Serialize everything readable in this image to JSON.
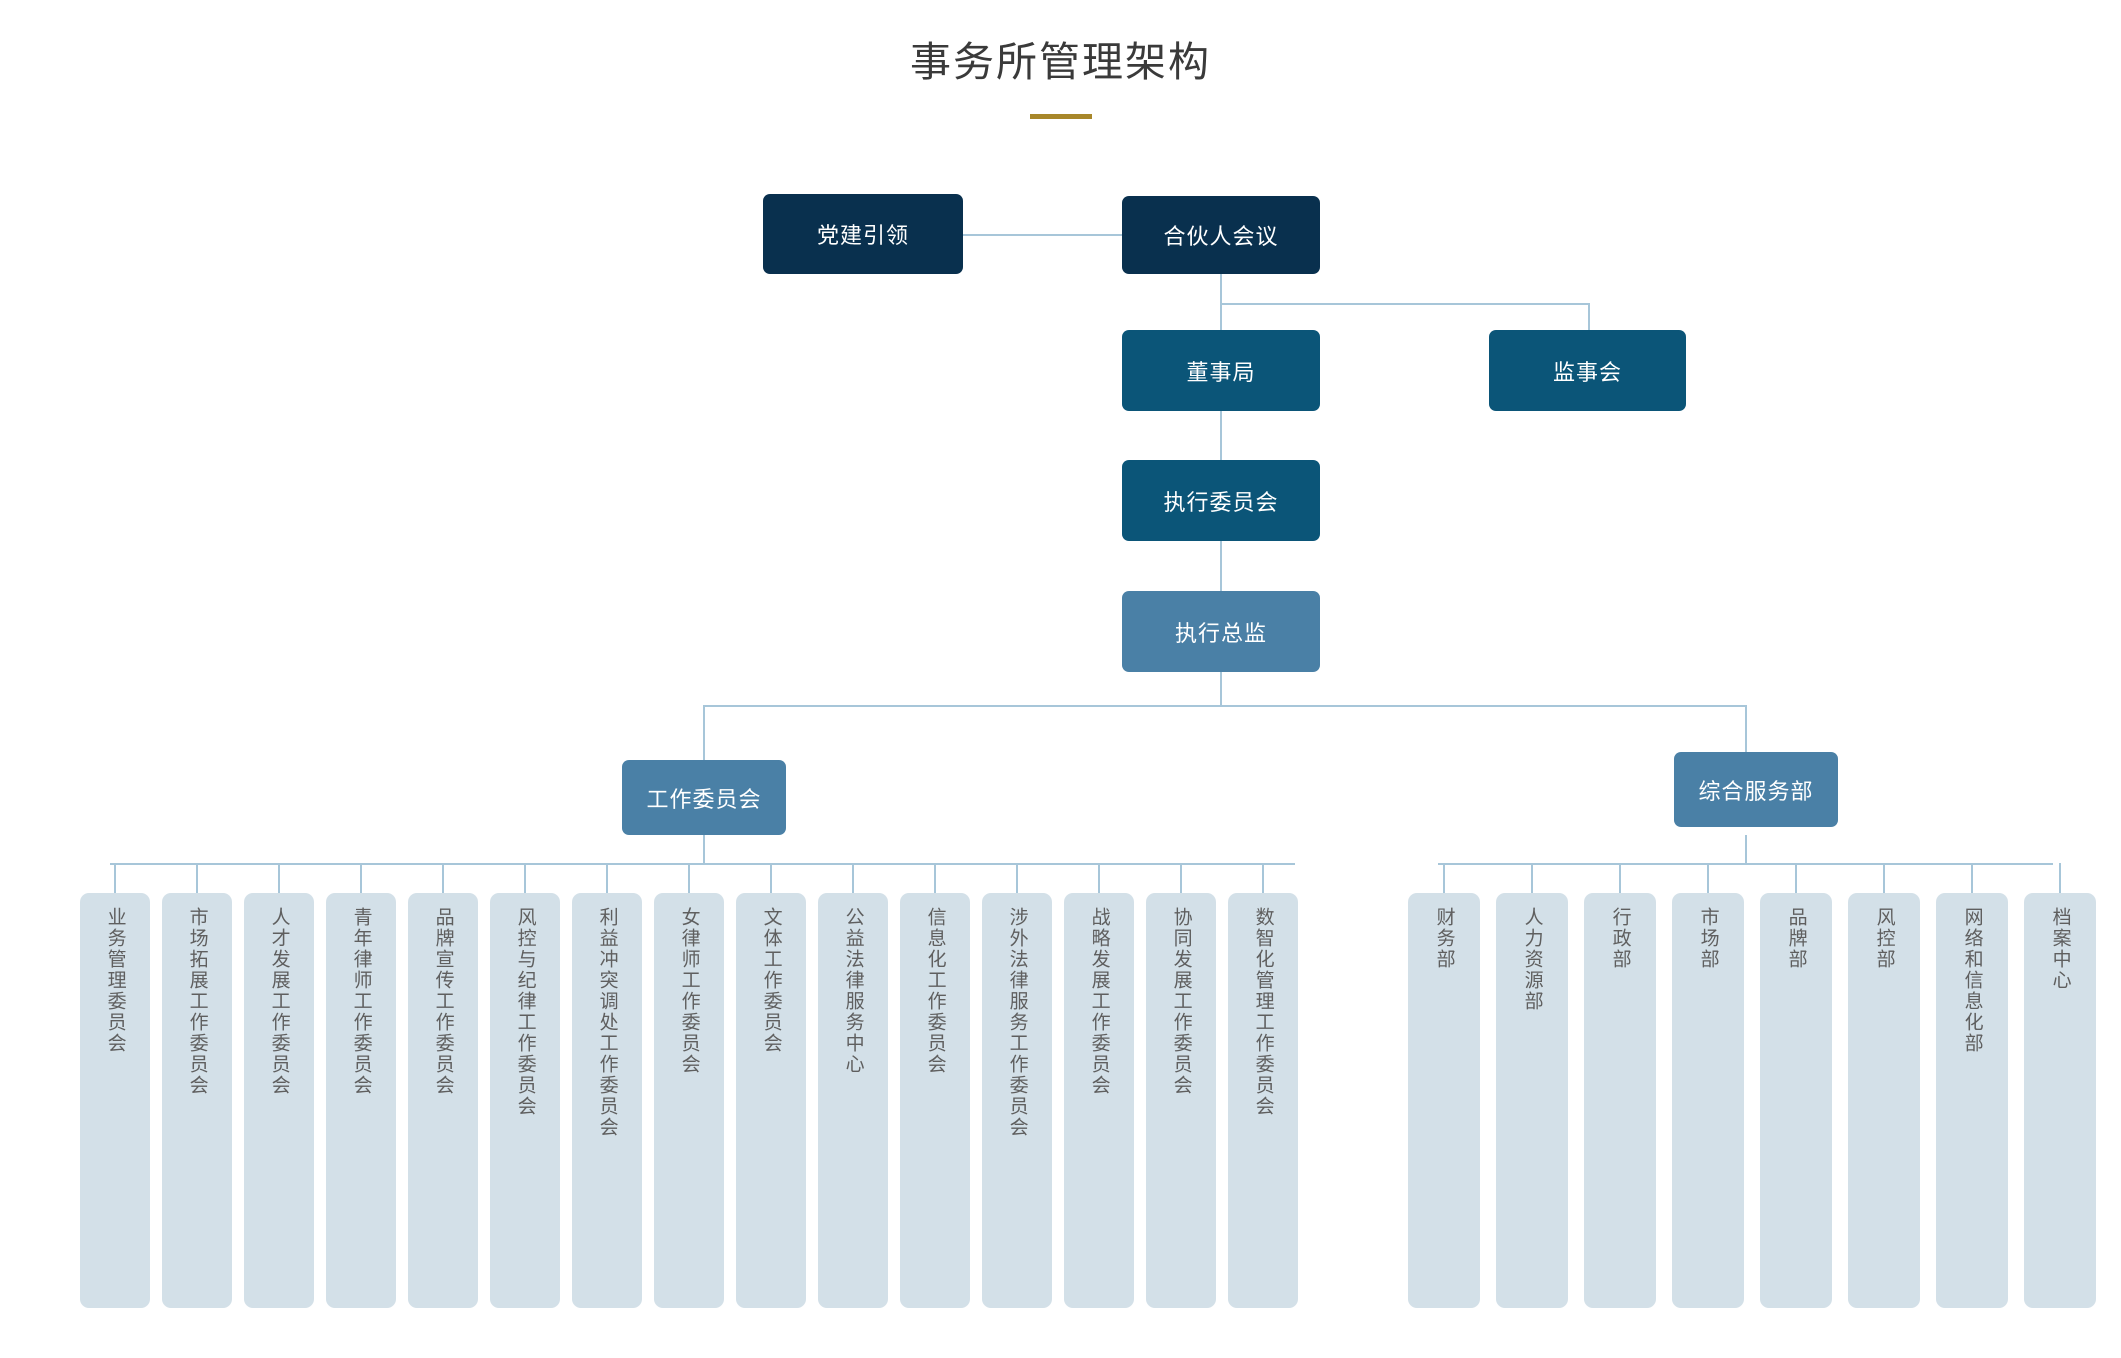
{
  "page": {
    "title": "事务所管理架构",
    "accent_color": "#a8872a",
    "background": "#ffffff",
    "connector_color": "#a7c6d9"
  },
  "palette": {
    "navy": "#09304e",
    "deep_blue": "#0b5578",
    "mid_blue": "#4a80a6",
    "light_blue": "#d3e0e8",
    "leaf_text": "#5f5f5f",
    "node_text": "#ffffff",
    "title_text": "#3a3a3a"
  },
  "chart_data": {
    "type": "diagram",
    "diagram_kind": "org-chart",
    "title": "事务所管理架构",
    "nodes": [
      {
        "id": "party",
        "label": "党建引领",
        "level": 0,
        "style": "navy"
      },
      {
        "id": "partners",
        "label": "合伙人会议",
        "level": 0,
        "style": "navy"
      },
      {
        "id": "board",
        "label": "董事局",
        "level": 1,
        "style": "deep_blue"
      },
      {
        "id": "supervisor",
        "label": "监事会",
        "level": 1,
        "style": "deep_blue"
      },
      {
        "id": "exec_comm",
        "label": "执行委员会",
        "level": 2,
        "style": "deep_blue"
      },
      {
        "id": "exec_dir",
        "label": "执行总监",
        "level": 3,
        "style": "mid_blue"
      },
      {
        "id": "work_comm",
        "label": "工作委员会",
        "level": 4,
        "style": "mid_blue"
      },
      {
        "id": "services",
        "label": "综合服务部",
        "level": 4,
        "style": "mid_blue"
      }
    ],
    "edges": [
      {
        "from": "party",
        "to": "partners",
        "kind": "lateral"
      },
      {
        "from": "partners",
        "to": "board",
        "kind": "vertical"
      },
      {
        "from": "partners",
        "to": "supervisor",
        "kind": "elbow"
      },
      {
        "from": "board",
        "to": "exec_comm",
        "kind": "vertical"
      },
      {
        "from": "exec_comm",
        "to": "exec_dir",
        "kind": "vertical"
      },
      {
        "from": "exec_dir",
        "to": "work_comm",
        "kind": "elbow"
      },
      {
        "from": "exec_dir",
        "to": "services",
        "kind": "elbow"
      }
    ]
  },
  "top": {
    "party_label": "党建引领",
    "partners_label": "合伙人会议",
    "board_label": "董事局",
    "supervisor_label": "监事会",
    "exec_committee_label": "执行委员会",
    "exec_director_label": "执行总监"
  },
  "branches": {
    "work_committee": {
      "label": "工作委员会",
      "children": [
        "业务管理委员会",
        "市场拓展工作委员会",
        "人才发展工作委员会",
        "青年律师工作委员会",
        "品牌宣传工作委员会",
        "风控与纪律工作委员会",
        "利益冲突调处工作委员会",
        "女律师工作委员会",
        "文体工作委员会",
        "公益法律服务中心",
        "信息化工作委员会",
        "涉外法律服务工作委员会",
        "战略发展工作委员会",
        "协同发展工作委员会",
        "数智化管理工作委员会"
      ]
    },
    "general_services": {
      "label": "综合服务部",
      "children": [
        "财务部",
        "人力资源部",
        "行政部",
        "市场部",
        "品牌部",
        "风控部",
        "网络和信息化部",
        "档案中心"
      ]
    }
  }
}
